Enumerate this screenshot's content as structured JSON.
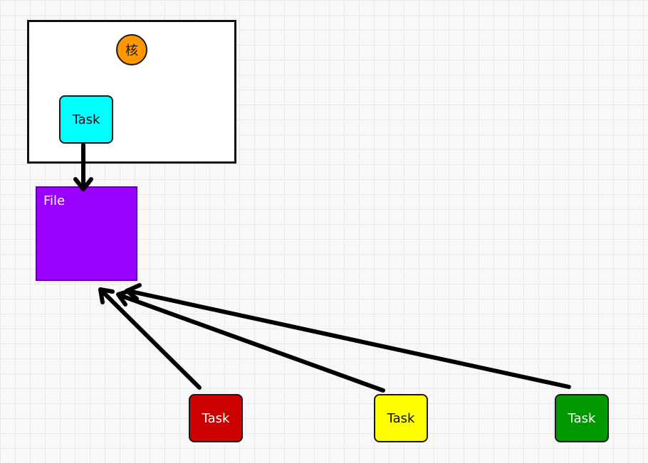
{
  "core": {
    "label": "核",
    "color": "#ff9800"
  },
  "file": {
    "label": "File",
    "color": "#9900ff"
  },
  "tasks": {
    "top": {
      "label": "Task",
      "color": "#00ffff"
    },
    "red": {
      "label": "Task",
      "color": "#cc0000"
    },
    "yellow": {
      "label": "Task",
      "color": "#ffff00"
    },
    "green": {
      "label": "Task",
      "color": "#009900"
    }
  }
}
